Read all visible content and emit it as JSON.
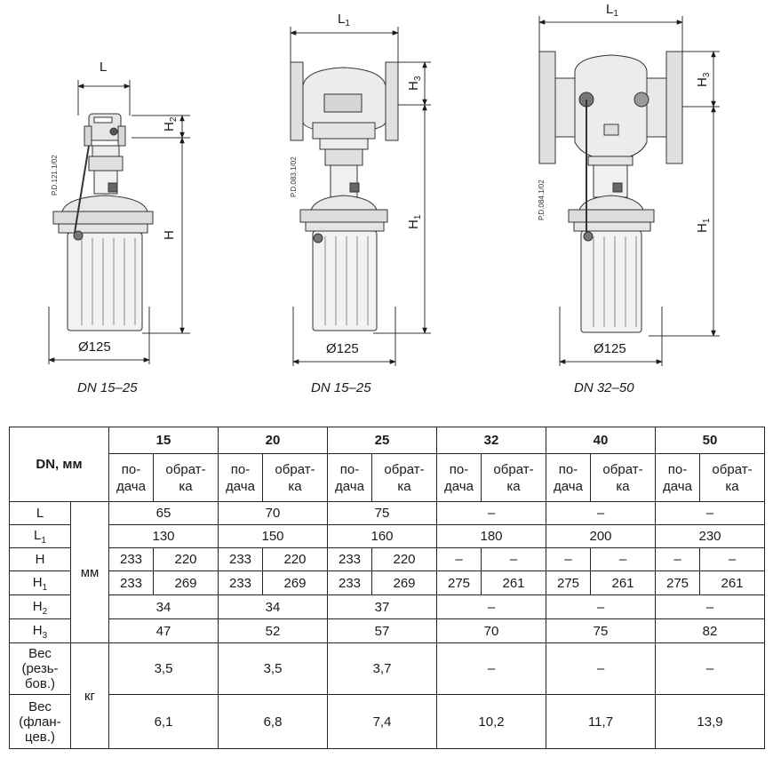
{
  "drawings": [
    {
      "caption": "DN 15–25",
      "code": "P.D.121.1/02",
      "dim_top": "L",
      "dim_right_small": "H",
      "dim_right_small_sub": "2",
      "dim_right": "H",
      "dim_right_sub": "",
      "dim_bottom": "Ø125"
    },
    {
      "caption": "DN 15–25",
      "code": "P.D.083.1/02",
      "dim_top": "L",
      "dim_top_sub": "1",
      "dim_right_small": "H",
      "dim_right_small_sub": "3",
      "dim_right": "H",
      "dim_right_sub": "1",
      "dim_bottom": "Ø125"
    },
    {
      "caption": "DN 32–50",
      "code": "P.D.084.1/02",
      "dim_top": "L",
      "dim_top_sub": "1",
      "dim_right_small": "H",
      "dim_right_small_sub": "3",
      "dim_right": "H",
      "dim_right_sub": "1",
      "dim_bottom": "Ø125"
    }
  ],
  "table": {
    "dn_header": "DN, мм",
    "dn_values": [
      "15",
      "20",
      "25",
      "32",
      "40",
      "50"
    ],
    "supply_label": "по-\nдача",
    "return_label": "обрат-\nка",
    "unit_mm": "мм",
    "unit_kg": "кг",
    "rows": {
      "L": {
        "label": "L",
        "sub": "",
        "values": [
          "65",
          "70",
          "75",
          "–",
          "–",
          "–"
        ]
      },
      "L1": {
        "label": "L",
        "sub": "1",
        "values": [
          "130",
          "150",
          "160",
          "180",
          "200",
          "230"
        ]
      },
      "H": {
        "label": "H",
        "sub": "",
        "values": [
          "233",
          "220",
          "233",
          "220",
          "233",
          "220",
          "–",
          "–",
          "–",
          "–",
          "–",
          "–"
        ]
      },
      "H1": {
        "label": "H",
        "sub": "1",
        "values": [
          "233",
          "269",
          "233",
          "269",
          "233",
          "269",
          "275",
          "261",
          "275",
          "261",
          "275",
          "261"
        ]
      },
      "H2": {
        "label": "H",
        "sub": "2",
        "values": [
          "34",
          "34",
          "37",
          "–",
          "–",
          "–"
        ]
      },
      "H3": {
        "label": "H",
        "sub": "3",
        "values": [
          "47",
          "52",
          "57",
          "70",
          "75",
          "82"
        ]
      },
      "W1": {
        "label": "Вес\n(резь-\nбов.)",
        "values": [
          "3,5",
          "3,5",
          "3,7",
          "–",
          "–",
          "–"
        ]
      },
      "W2": {
        "label": "Вес\n(флан-\nцев.)",
        "values": [
          "6,1",
          "6,8",
          "7,4",
          "10,2",
          "11,7",
          "13,9"
        ]
      }
    }
  }
}
